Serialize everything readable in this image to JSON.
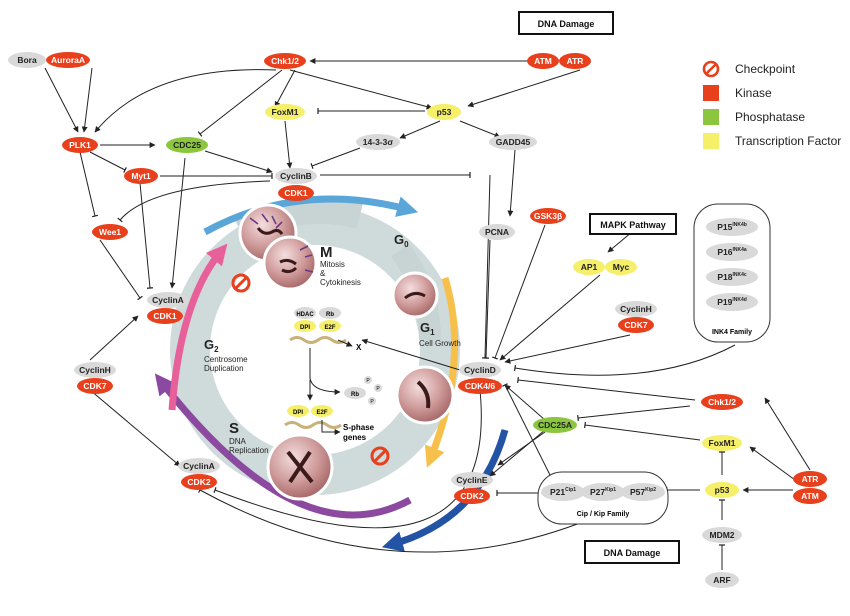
{
  "colors": {
    "kinase": "#e8401c",
    "phosphatase": "#8cc63f",
    "transcription_factor": "#f5ef6a",
    "other": "#d9d9d9",
    "checkpoint": "#e8401c",
    "arc_blue": "#5aa6d8",
    "arc_yellow": "#f7c04a",
    "arc_purple": "#8b4aa0",
    "arc_pink": "#e8609a",
    "arc_navy": "#2353a5",
    "cycle_bg": "#b9c9c8"
  },
  "legend": {
    "checkpoint": "Checkpoint",
    "kinase": "Kinase",
    "phosphatase": "Phosphatase",
    "transcription_factor": "Transcription Factor"
  },
  "boxes": {
    "dna_damage_top": "DNA Damage",
    "dna_damage_bottom": "DNA Damage",
    "mapk": "MAPK Pathway",
    "ink4_family": "INK4 Family",
    "cip_kip_family": "Cip / Kip Family"
  },
  "nodes": {
    "bora": "Bora",
    "aurora_a": "AuroraA",
    "chk12_top": "Chk1/2",
    "atm_top": "ATM",
    "atr_top": "ATR",
    "foxm1_top": "FoxM1",
    "p53_top": "p53",
    "plk1": "PLK1",
    "cdc25_top": "CDC25",
    "gadd45": "GADD45",
    "p14_3_3": "14-3-3σ",
    "myt1": "Myt1",
    "cyclin_b": "CyclinB",
    "cdk1_b": "CDK1",
    "wee1": "Wee1",
    "pcna": "PCNA",
    "gsk3b": "GSK3β",
    "ap1": "AP1",
    "myc": "Myc",
    "cyclin_h_right": "CyclinH",
    "cdk7_right": "CDK7",
    "cyclin_a_top": "CyclinA",
    "cdk1_a": "CDK1",
    "cyclin_h_left": "CyclinH",
    "cdk7_left": "CDK7",
    "cyclin_d": "CyclinD",
    "cdk46": "CDK4/6",
    "chk12_right": "Chk1/2",
    "cdc25a": "CDC25A",
    "foxm1_right": "FoxM1",
    "p53_right": "p53",
    "atr_right": "ATR",
    "atm_right": "ATM",
    "mdm2": "MDM2",
    "arf": "ARF",
    "cyclin_e": "CyclinE",
    "cdk2_e": "CDK2",
    "cyclin_a_bottom": "CyclinA",
    "cdk2_a": "CDK2",
    "hdac": "HDAC",
    "rb": "Rb",
    "dpi1": "DPI",
    "e2f1": "E2F",
    "dpi2": "DPI",
    "e2f2": "E2F",
    "rb_free": "Rb",
    "p": "P"
  },
  "ink4": {
    "p15": "P15",
    "p15_sup": "INK4b",
    "p16": "P16",
    "p16_sup": "INK4a",
    "p18": "P18",
    "p18_sup": "INK4c",
    "p19": "P19",
    "p19_sup": "INK4d"
  },
  "cipkip": {
    "p21": "P21",
    "p21_sup": "Cip1",
    "p27": "P27",
    "p27_sup": "Kip1",
    "p57": "P57",
    "p57_sup": "Kip2"
  },
  "phases": {
    "m": "M",
    "m_desc1": "Mitosis",
    "m_desc2": "&",
    "m_desc3": "Cytokinesis",
    "g0": "G",
    "g0_sub": "0",
    "g1": "G",
    "g1_sub": "1",
    "g1_desc": "Cell Growth",
    "g2": "G",
    "g2_sub": "2",
    "g2_desc1": "Centrosome",
    "g2_desc2": "Duplication",
    "s": "S",
    "s_desc1": "DNA",
    "s_desc2": "Replication"
  },
  "labels": {
    "x_mark": "X",
    "s_phase1": "S-phase",
    "s_phase2": "genes"
  }
}
